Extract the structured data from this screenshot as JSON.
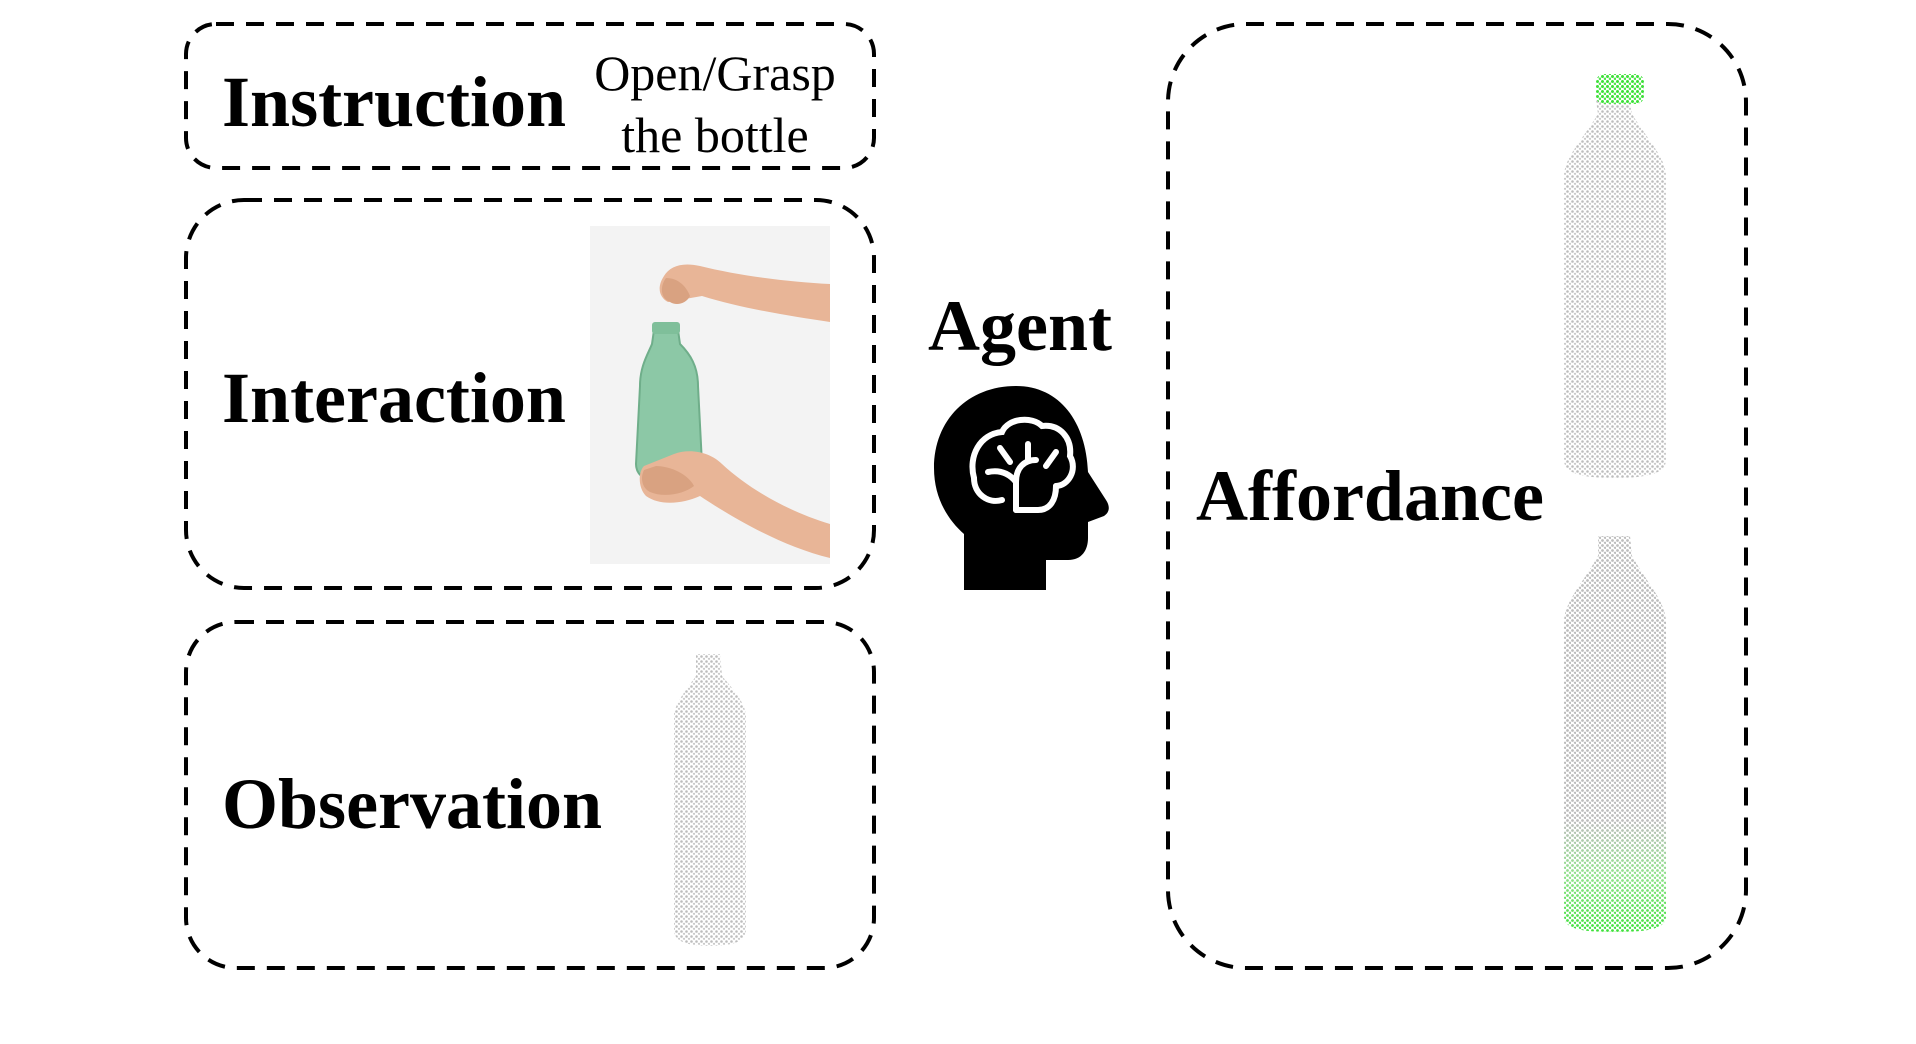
{
  "instruction": {
    "label": "Instruction",
    "text_line1": "Open/Grasp",
    "text_line2": "the bottle"
  },
  "interaction": {
    "label": "Interaction"
  },
  "observation": {
    "label": "Observation"
  },
  "agent": {
    "label": "Agent",
    "icon": "brain-head-icon"
  },
  "affordance": {
    "label": "Affordance"
  },
  "colors": {
    "highlight": "#3ee03a",
    "points": "#bdbdbd",
    "bottle_photo": "#8fc9a8",
    "skin": "#e9b89a"
  }
}
